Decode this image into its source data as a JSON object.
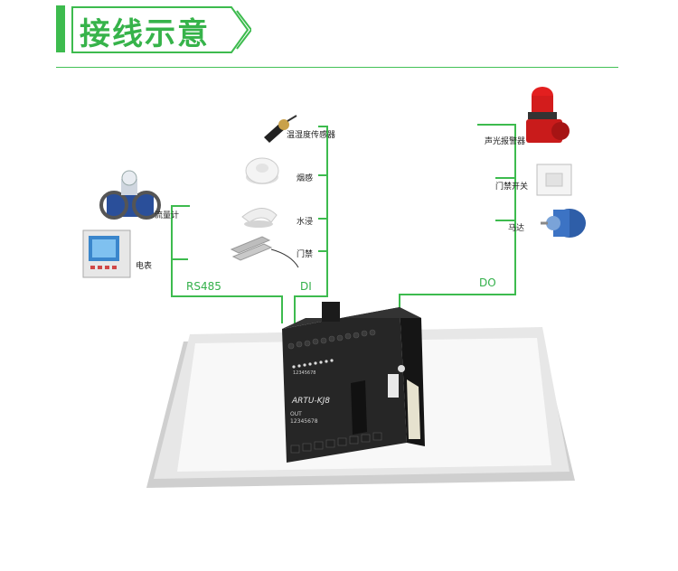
{
  "header": {
    "title": "接线示意"
  },
  "device": {
    "model": "ARTU-KJ8",
    "out_label": "OUT",
    "out_numbers": "12345678",
    "di_numbers": "12345678"
  },
  "buses": {
    "rs485": "RS485",
    "di": "DI",
    "do": "DO"
  },
  "rs485_items": [
    {
      "label": "流量计",
      "icon": "flowmeter-icon"
    },
    {
      "label": "电表",
      "icon": "power-meter-icon"
    }
  ],
  "di_items": [
    {
      "label": "温湿度传感器",
      "icon": "temperature-sensor-icon"
    },
    {
      "label": "烟感",
      "icon": "smoke-detector-icon"
    },
    {
      "label": "水浸",
      "icon": "water-sensor-icon"
    },
    {
      "label": "门禁",
      "icon": "door-sensor-icon"
    }
  ],
  "do_items": [
    {
      "label": "声光报警器",
      "icon": "alarm-light-icon"
    },
    {
      "label": "门禁开关",
      "icon": "door-switch-icon"
    },
    {
      "label": "马达",
      "icon": "motor-icon"
    }
  ],
  "colors": {
    "accent": "#3dbb4e",
    "device": "#1e1e1e"
  }
}
